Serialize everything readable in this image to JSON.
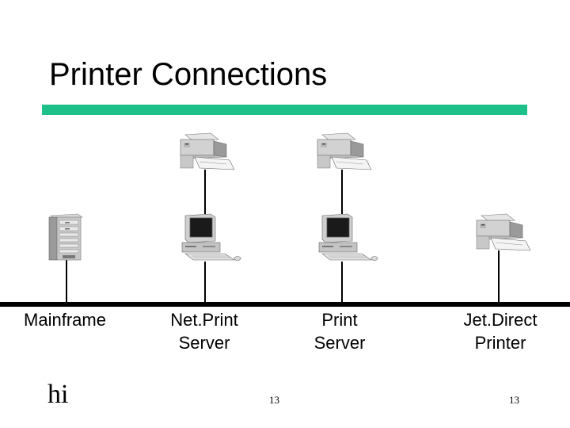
{
  "slide": {
    "title": "Printer Connections",
    "accent_color": "#1ec08a"
  },
  "nodes": {
    "mainframe": {
      "label": "Mainframe",
      "icon": "mainframe-server-icon"
    },
    "netprint": {
      "label_line1": "Net.Print",
      "label_line2": "Server",
      "icons": [
        "printer-icon",
        "computer-icon"
      ]
    },
    "printserver": {
      "label_line1": "Print",
      "label_line2": "Server",
      "icons": [
        "printer-icon",
        "computer-icon"
      ]
    },
    "jetdirect": {
      "label_line1": "Jet.Direct",
      "label_line2": "Printer",
      "icon": "printer-icon"
    }
  },
  "footer": {
    "logo_text": "hi",
    "page_number_center": "13",
    "page_number_right": "13"
  }
}
